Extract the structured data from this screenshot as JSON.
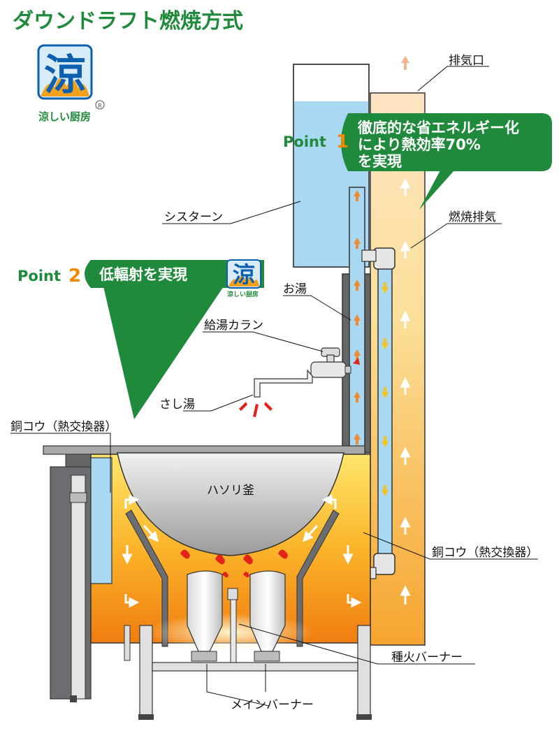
{
  "title": "ダウンドラフト燃焼方式",
  "logo": {
    "kanji": "涼",
    "caption": "涼しい厨房",
    "reg": "R"
  },
  "point1": {
    "label": "Point",
    "num": "1",
    "lines": [
      "徹底的な省エネルギー化",
      "により熱効率70%",
      "を実現"
    ]
  },
  "point2": {
    "label": "Point",
    "num": "2",
    "text": "低輻射を実現"
  },
  "labels": {
    "exhaust_port": "排気口",
    "cistern": "シスターン",
    "combustion_exhaust": "燃焼排気",
    "hot_water": "お湯",
    "hot_water_faucet": "給湯カラン",
    "sashiyu": "さし湯",
    "copper_left": "銅コウ（熱交換器）",
    "pot": "ハソリ釜",
    "copper_right": "銅コウ（熱交換器）",
    "pilot_burner": "種火バーナー",
    "main_burner": "メインバーナー"
  },
  "colors": {
    "green": "#1f8a3b",
    "orange": "#f08a00",
    "flame": "#f39a1a",
    "water": "#a9d8f2",
    "frame": "#6b6d70"
  }
}
